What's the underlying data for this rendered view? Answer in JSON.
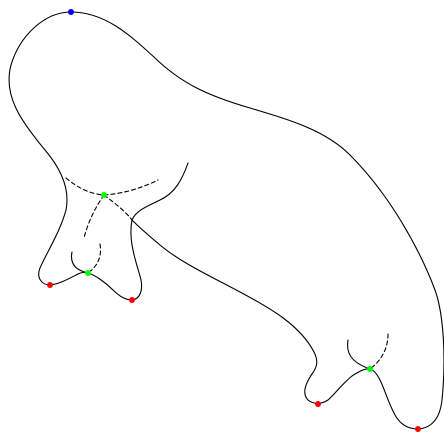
{
  "diagram": {
    "points": [
      {
        "name": "top-point",
        "color": "#0000ff"
      },
      {
        "name": "front-left-foot-point",
        "color": "#ff0000"
      },
      {
        "name": "front-right-foot-point",
        "color": "#ff0000"
      },
      {
        "name": "back-left-foot-point",
        "color": "#ff0000"
      },
      {
        "name": "back-right-foot-point",
        "color": "#ff0000"
      },
      {
        "name": "chest-junction-point",
        "color": "#00ff00"
      },
      {
        "name": "front-legs-junction-point",
        "color": "#00ff00"
      },
      {
        "name": "back-legs-junction-point",
        "color": "#00ff00"
      }
    ]
  }
}
